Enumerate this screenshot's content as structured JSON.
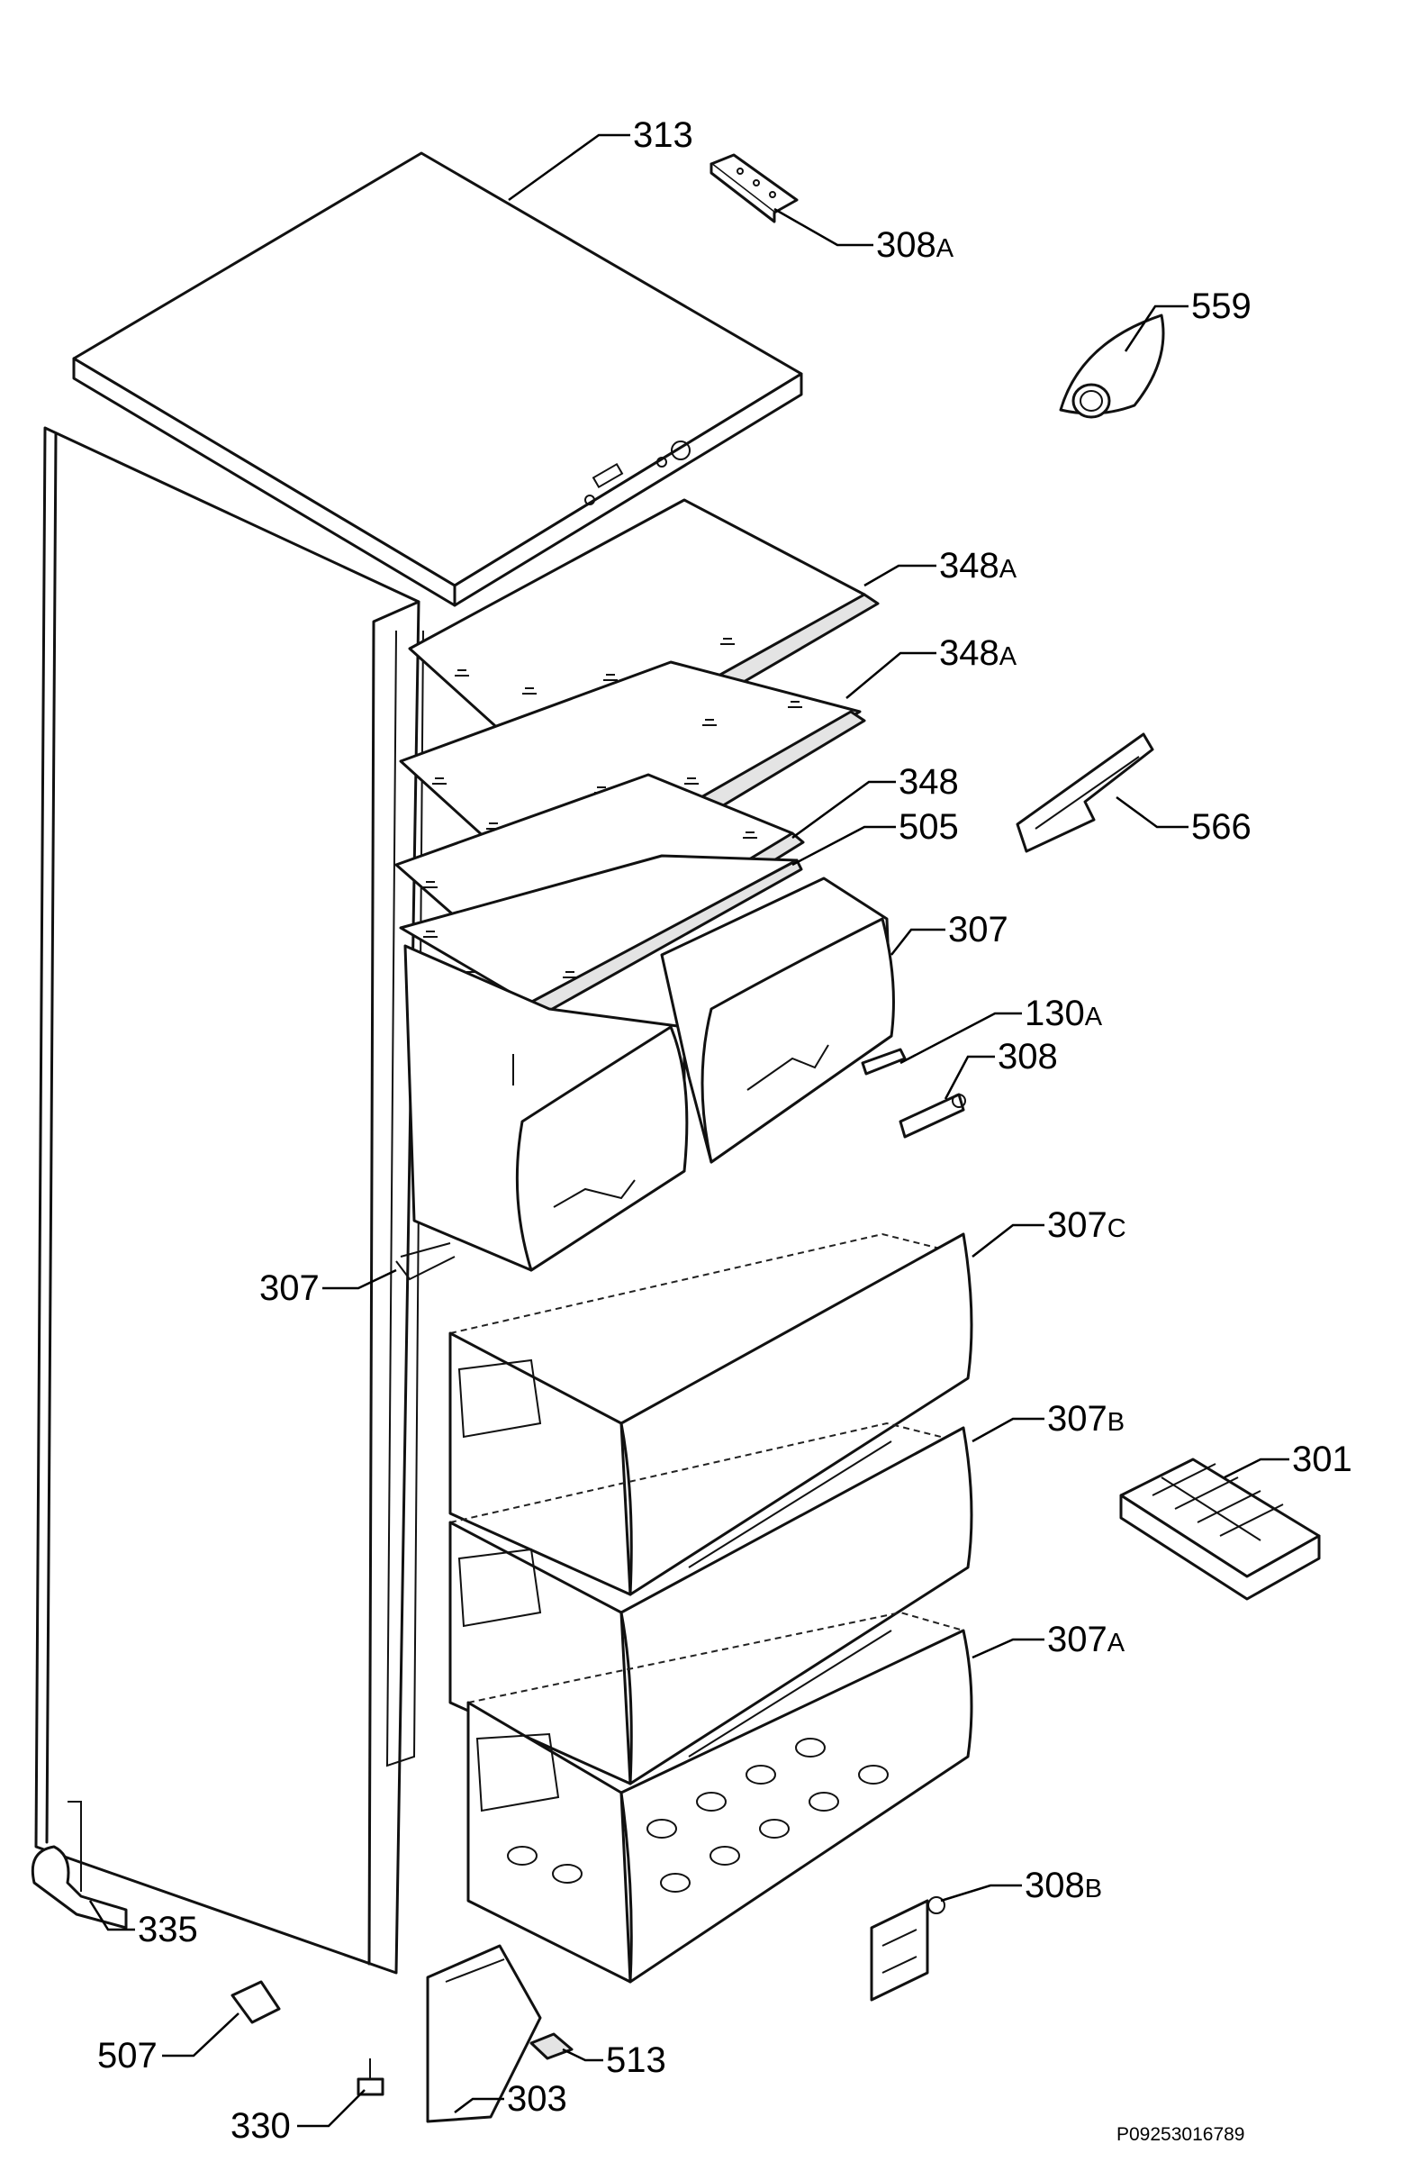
{
  "diagram": {
    "drawing_code": "P09253016789",
    "parts": [
      {
        "id": "p313",
        "number": "313",
        "suffix": ""
      },
      {
        "id": "p308a",
        "number": "308",
        "suffix": "A"
      },
      {
        "id": "p559",
        "number": "559",
        "suffix": ""
      },
      {
        "id": "p348a1",
        "number": "348",
        "suffix": "A"
      },
      {
        "id": "p348a2",
        "number": "348",
        "suffix": "A"
      },
      {
        "id": "p348",
        "number": "348",
        "suffix": ""
      },
      {
        "id": "p505",
        "number": "505",
        "suffix": ""
      },
      {
        "id": "p566",
        "number": "566",
        "suffix": ""
      },
      {
        "id": "p307r",
        "number": "307",
        "suffix": ""
      },
      {
        "id": "p130a",
        "number": "130",
        "suffix": "A"
      },
      {
        "id": "p308",
        "number": "308",
        "suffix": ""
      },
      {
        "id": "p307l",
        "number": "307",
        "suffix": ""
      },
      {
        "id": "p307c",
        "number": "307",
        "suffix": "C"
      },
      {
        "id": "p307b",
        "number": "307",
        "suffix": "B"
      },
      {
        "id": "p301",
        "number": "301",
        "suffix": ""
      },
      {
        "id": "p307a",
        "number": "307",
        "suffix": "A"
      },
      {
        "id": "p308b",
        "number": "308",
        "suffix": "B"
      },
      {
        "id": "p335",
        "number": "335",
        "suffix": ""
      },
      {
        "id": "p507",
        "number": "507",
        "suffix": ""
      },
      {
        "id": "p513",
        "number": "513",
        "suffix": ""
      },
      {
        "id": "p330",
        "number": "330",
        "suffix": ""
      },
      {
        "id": "p303",
        "number": "303",
        "suffix": ""
      }
    ]
  }
}
